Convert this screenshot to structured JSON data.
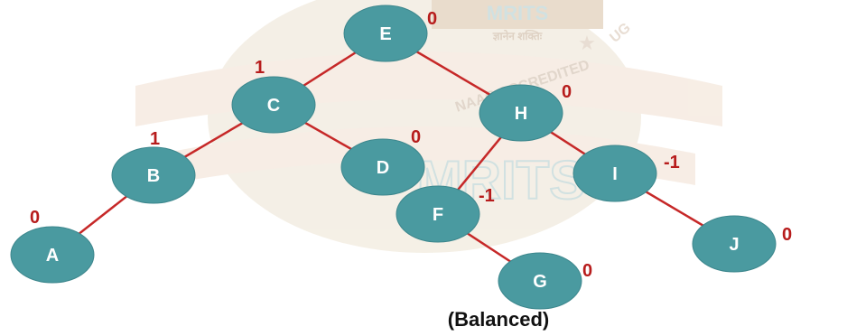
{
  "colors": {
    "node_fill": "#4a9aa0",
    "node_stroke": "#3c868c",
    "edge": "#c62828",
    "balance_factor": "#b71c1c",
    "caption": "#111111",
    "watermark_text": "#c9dcdc",
    "watermark_ribbon": "#f6ebe1",
    "watermark_emblem": "#f3ede2"
  },
  "watermark": {
    "logo_text": "MRITS",
    "subtext": "ज्ञानेन शक्तिः",
    "ribbon_text": "NAAC ACCREDITED",
    "big_text": "MRITS",
    "corner_text": "UG"
  },
  "tree": {
    "nodes": [
      {
        "id": "E",
        "label": "E",
        "bf": "0"
      },
      {
        "id": "C",
        "label": "C",
        "bf": "1"
      },
      {
        "id": "H",
        "label": "H",
        "bf": "0"
      },
      {
        "id": "B",
        "label": "B",
        "bf": "1"
      },
      {
        "id": "D",
        "label": "D",
        "bf": "0"
      },
      {
        "id": "F",
        "label": "F",
        "bf": "-1"
      },
      {
        "id": "I",
        "label": "I",
        "bf": "-1"
      },
      {
        "id": "A",
        "label": "A",
        "bf": "0"
      },
      {
        "id": "G",
        "label": "G",
        "bf": "0"
      },
      {
        "id": "J",
        "label": "J",
        "bf": "0"
      }
    ],
    "edges": [
      [
        "E",
        "C"
      ],
      [
        "E",
        "H"
      ],
      [
        "C",
        "B"
      ],
      [
        "C",
        "D"
      ],
      [
        "B",
        "A"
      ],
      [
        "H",
        "F"
      ],
      [
        "H",
        "I"
      ],
      [
        "F",
        "G"
      ],
      [
        "I",
        "J"
      ]
    ]
  },
  "caption": "(Balanced)"
}
